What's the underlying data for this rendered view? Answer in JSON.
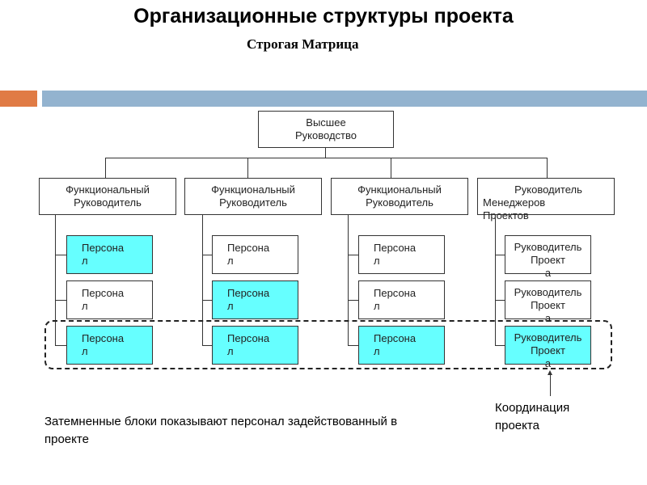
{
  "title": "Организационные структуры проекта",
  "subtitle": "Строгая Матрица",
  "colors": {
    "accent_orange": "#e07b45",
    "accent_blue": "#93b3cf",
    "highlight": "#66ffff"
  },
  "top": {
    "lines": [
      "Высшее",
      "Руководство"
    ]
  },
  "managers": [
    {
      "lines": [
        "Функциональный",
        "Руководитель"
      ]
    },
    {
      "lines": [
        "Функциональный",
        "Руководитель"
      ]
    },
    {
      "lines": [
        "Функциональный",
        "Руководитель"
      ]
    },
    {
      "lines": [
        "Руководитель",
        "Менеджеров",
        "Проектов"
      ]
    }
  ],
  "columns": [
    [
      {
        "lines": [
          "Персона",
          "л"
        ],
        "highlighted": true
      },
      {
        "lines": [
          "Персона",
          "л"
        ],
        "highlighted": false
      },
      {
        "lines": [
          "Персона",
          "л"
        ],
        "highlighted": true
      }
    ],
    [
      {
        "lines": [
          "Персона",
          "л"
        ],
        "highlighted": false
      },
      {
        "lines": [
          "Персона",
          "л"
        ],
        "highlighted": true
      },
      {
        "lines": [
          "Персона",
          "л"
        ],
        "highlighted": true
      }
    ],
    [
      {
        "lines": [
          "Персона",
          "л"
        ],
        "highlighted": false
      },
      {
        "lines": [
          "Персона",
          "л"
        ],
        "highlighted": false
      },
      {
        "lines": [
          "Персона",
          "л"
        ],
        "highlighted": true
      }
    ],
    [
      {
        "lines": [
          "Руководитель",
          "Проект",
          "а"
        ],
        "highlighted": false
      },
      {
        "lines": [
          "Руководитель",
          "Проект",
          "а"
        ],
        "highlighted": false
      },
      {
        "lines": [
          "Руководитель",
          "Проект",
          "а"
        ],
        "highlighted": true
      }
    ]
  ],
  "coordination_label": [
    "Координация",
    "проекта"
  ],
  "footnote": [
    "Затемненные блоки показывают персонал задействованный в",
    "проекте"
  ]
}
